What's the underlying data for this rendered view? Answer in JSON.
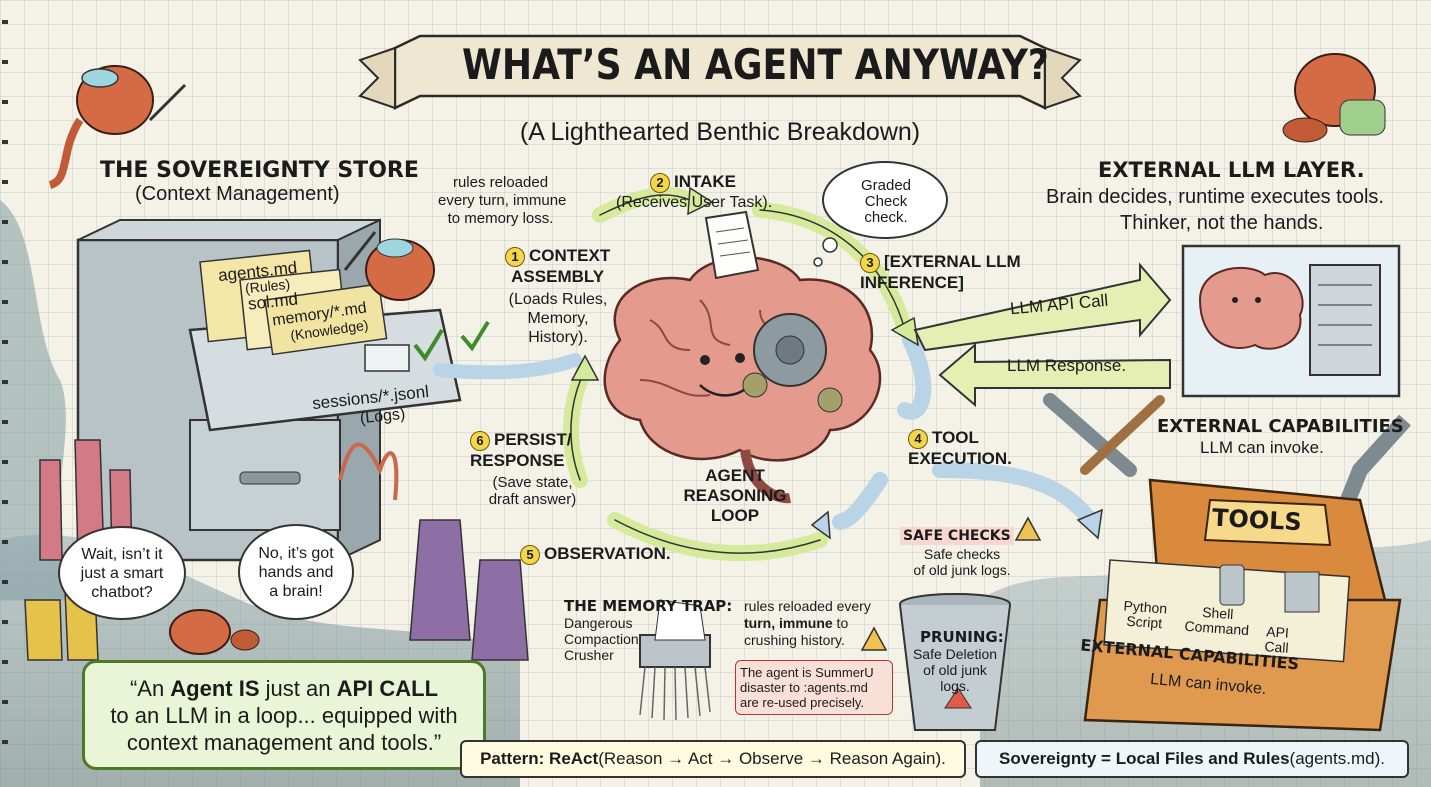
{
  "title": "WHAT’S AN AGENT ANYWAY?",
  "subtitle": "(A Lighthearted Benthic Breakdown)",
  "sovereignty": {
    "heading": "THE SOVEREIGNTY STORE",
    "sub": "(Context Management)"
  },
  "rules_note_top": "rules reloaded\nevery turn, immune\nto memory loss.",
  "files": {
    "agents_md": "agents.md",
    "agents_sub": "(Rules)",
    "sol_md": "sol.md",
    "memory_md": "memory/*.md",
    "memory_sub": "(Knowledge)",
    "sessions": "sessions/*.jsonl",
    "sessions_sub": "(Logs)"
  },
  "steps": {
    "s1_num": "1",
    "s1_title": "CONTEXT\nASSEMBLY",
    "s1_sub": "(Loads Rules,\nMemory,\nHistory).",
    "s2_num": "2",
    "s2_title": "INTAKE",
    "s2_sub": "(Receives User Task).",
    "s3_num": "3",
    "s3_title": "[EXTERNAL LLM\nINFERENCE]",
    "s4_num": "4",
    "s4_title": "TOOL\nEXECUTION.",
    "s5_num": "5",
    "s5_title": "OBSERVATION.",
    "s6_num": "6",
    "s6_title": "PERSIST/\nRESPONSE",
    "s6_sub": "(Save state,\ndraft answer)"
  },
  "graded_bubble": "Graded\nCheck\ncheck.",
  "loop_label": "AGENT\nREASONING\nLOOP",
  "llm": {
    "heading": "EXTERNAL LLM LAYER.",
    "line1": "Brain decides, runtime executes tools.",
    "line2": "Thinker, not the hands.",
    "api_call": "LLM API Call",
    "response": "LLM Response."
  },
  "capabilities_top": {
    "heading": "EXTERNAL CAPABILITIES",
    "sub": "LLM can invoke."
  },
  "tools": {
    "label": "TOOLS",
    "python": "Python\nScript",
    "shell": "Shell\nCommand",
    "api": "API\nCall",
    "cap_heading": "EXTERNAL CAPABILITIES",
    "cap_sub": "LLM can invoke."
  },
  "safe_checks": {
    "heading": "SAFE CHECKS",
    "sub": "Safe checks\nof old junk logs."
  },
  "pruning": {
    "heading": "PRUNING:",
    "sub": "Safe Deletion\nof old junk\nlogs."
  },
  "memory_trap": {
    "heading": "THE MEMORY TRAP:",
    "sub": "Dangerous\nCompaction\nCrusher",
    "rules_a": "rules reloaded every",
    "rules_b": "turn, immune",
    "rules_c": " to",
    "rules_d": "crushing history.",
    "warn": "The agent is SummerU\ndisaster to :agents.md\nare re-used precisely."
  },
  "bubbles": {
    "left": "Wait, isn’t it\njust a smart\nchatbot?",
    "right": "No, it’s got\nhands and\na brain!"
  },
  "quote": {
    "p1": "“An ",
    "p2": "Agent IS",
    "p3": " just an ",
    "p4": "API CALL",
    "p5": "to an LLM in a loop... equipped with",
    "p6": "context management and tools.”"
  },
  "pattern": {
    "bold": "Pattern: ReAct",
    "rest": " (Reason → Act → Observe → Reason Again)."
  },
  "sovereignty_footer": {
    "bold": "Sovereignty = Local Files and Rules",
    "rest": " (agents.md)."
  },
  "colors": {
    "arrow_green": "#d6ea9c",
    "arrow_blue": "#b9d4e6",
    "brain": "#e59a8e",
    "tools_box": "#d98a3d",
    "paper": "#f4f1e6"
  }
}
